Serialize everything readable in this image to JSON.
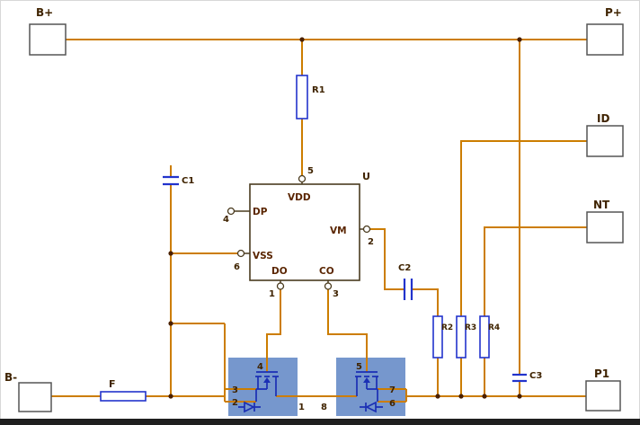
{
  "terminals": {
    "b_plus": "B+",
    "p_plus": "P+",
    "id": "ID",
    "nt": "NT",
    "b_minus": "B-",
    "p1": "P1"
  },
  "components": {
    "r1": "R1",
    "r2": "R2",
    "r3": "R3",
    "r4": "R4",
    "c1": "C1",
    "c2": "C2",
    "c3": "C3",
    "fuse": "F",
    "ic": "U"
  },
  "ic": {
    "pins": {
      "vdd": "VDD",
      "dp": "DP",
      "vss": "VSS",
      "do": "DO",
      "co": "CO",
      "vm": "VM"
    },
    "pin_numbers": {
      "vdd": "5",
      "dp": "4",
      "vss": "6",
      "do": "1",
      "co": "3",
      "vm": "2"
    }
  },
  "mosfets": {
    "q1": {
      "gate": "4",
      "s1": "3",
      "s2": "2",
      "drain": "1"
    },
    "q2": {
      "gate": "5",
      "drain": "8",
      "s1": "7",
      "s2": "6"
    }
  },
  "colors": {
    "wire": "#cc7d00",
    "component_outline": "#2233cc",
    "mosfet_symbol": "#1b2fb5",
    "highlight": "#6a8ec9",
    "label": "#3f2300",
    "terminal_outline": "#555555"
  }
}
